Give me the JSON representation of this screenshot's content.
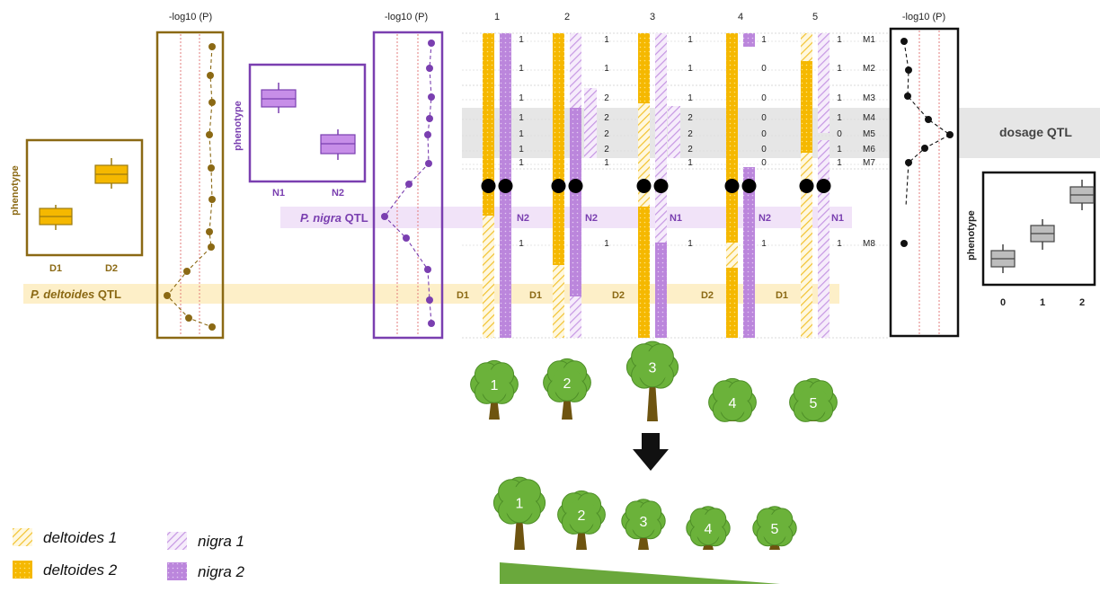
{
  "colors": {
    "deltoides": "#f5b800",
    "deltoides_light": "#f7d46a",
    "nigra": "#b06ad6",
    "nigra_light": "#d7a8ee",
    "brown": "#8b6914",
    "purple": "#7a3fb0",
    "tree_green": "#6bb23a",
    "trunk": "#6e5410"
  },
  "deltoides_box": {
    "ylabel": "phenotype",
    "x1": "D1",
    "x2": "D2"
  },
  "deltoides_plot": {
    "title": "-log10 (P)"
  },
  "deltoides_qtl": {
    "italic": "P. deltoides",
    "plain": "QTL"
  },
  "nigra_box": {
    "ylabel": "phenotype",
    "x1": "N1",
    "x2": "N2"
  },
  "nigra_plot": {
    "title": "-log10 (P)"
  },
  "nigra_qtl": {
    "italic": "P. nigra",
    "plain": "QTL"
  },
  "dosage_plot": {
    "title": "-log10 (P)"
  },
  "dosage_qtl": {
    "label": "dosage QTL"
  },
  "dosage_box": {
    "ylabel": "phenotype",
    "x": [
      "0",
      "1",
      "2"
    ]
  },
  "individuals": [
    "1",
    "2",
    "3",
    "4",
    "5"
  ],
  "markers": [
    "M1",
    "M2",
    "M3",
    "M4",
    "M5",
    "M6",
    "M7",
    "M8"
  ],
  "dosages": [
    [
      "1",
      "1",
      "1",
      "1",
      "1",
      "1",
      "1",
      "1"
    ],
    [
      "1",
      "1",
      "2",
      "2",
      "2",
      "2",
      "1",
      "1"
    ],
    [
      "1",
      "1",
      "1",
      "2",
      "2",
      "2",
      "1",
      "1"
    ],
    [
      "1",
      "0",
      "0",
      "0",
      "0",
      "0",
      "0",
      "1"
    ],
    [
      "1",
      "1",
      "1",
      "1",
      "0",
      "1",
      "1",
      "1"
    ]
  ],
  "nigra_alleles": [
    "N2",
    "N2",
    "N1",
    "N2",
    "N1"
  ],
  "deltoides_alleles": [
    "D1",
    "D1",
    "D2",
    "D2",
    "D1"
  ],
  "trees_top": [
    "1",
    "2",
    "3",
    "4",
    "5"
  ],
  "trees_bottom": [
    "1",
    "2",
    "3",
    "4",
    "5"
  ],
  "legend": [
    {
      "label": "deltoides 1",
      "pattern": "del1"
    },
    {
      "label": "deltoides 2",
      "pattern": "del2"
    },
    {
      "label": "nigra 1",
      "pattern": "nig1"
    },
    {
      "label": "nigra 2",
      "pattern": "nig2"
    }
  ]
}
